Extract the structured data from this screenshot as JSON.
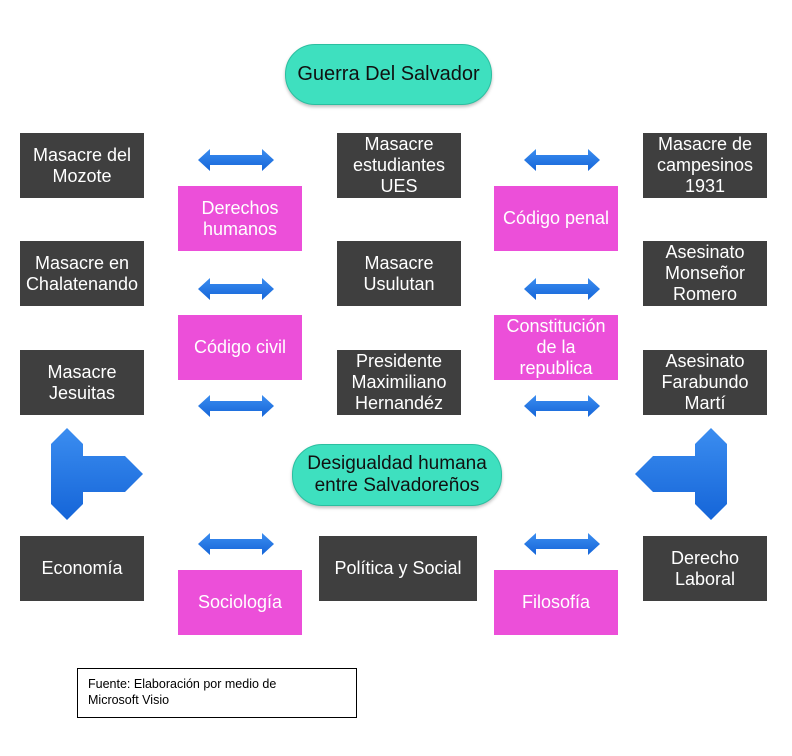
{
  "colors": {
    "dark": "#3f3f3f",
    "pink": "#ec4fd9",
    "teal": "#3ee0bf",
    "arrow": "#1a73e8"
  },
  "top_title": "Guerra Del Salvador",
  "mid_title": "Desigualdad humana entre Salvadoreños",
  "left": {
    "mozote": "Masacre del Mozote",
    "chalatenando": "Masacre en Chalatenando",
    "jesuitas": "Masacre Jesuitas",
    "economia": "Economía"
  },
  "center": {
    "ues": "Masacre estudiantes UES",
    "usulutan": "Masacre Usulutan",
    "presidente": "Presidente Maximiliano Hernandéz",
    "politica": "Política y Social"
  },
  "right": {
    "campesinos": "Masacre de campesinos 1931",
    "romero": "Asesinato Monseñor Romero",
    "marti": "Asesinato Farabundo Martí",
    "laboral": "Derecho Laboral"
  },
  "pink_left": {
    "derechos": "Derechos humanos",
    "civil": "Código civil",
    "sociologia": "Sociología"
  },
  "pink_right": {
    "penal": "Código penal",
    "constitucion": "Constitución de la republica",
    "filosofia": "Filosofía"
  },
  "source_line1": "Fuente: Elaboración por medio de",
  "source_line2": "Microsoft Visio"
}
